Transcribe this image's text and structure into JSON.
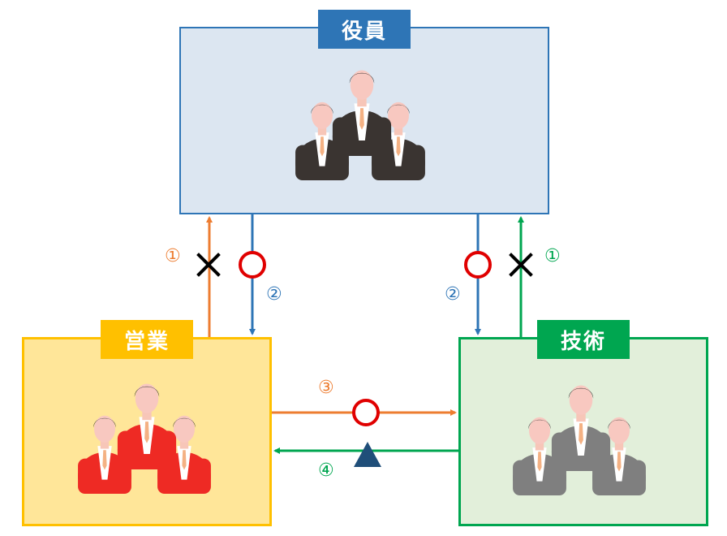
{
  "exec": {
    "label": "役員",
    "border": "#2e75b6",
    "fill": "#dce6f1"
  },
  "sales": {
    "label": "営業",
    "border": "#ffc000",
    "fill": "#ffe699"
  },
  "tech": {
    "label": "技術",
    "border": "#00a650",
    "fill": "#e2efda"
  },
  "steps": {
    "s1_sales": "①",
    "s1_tech": "①",
    "s2_left": "②",
    "s2_right": "②",
    "s3": "③",
    "s4": "④"
  },
  "colors": {
    "orange": "#ed7d31",
    "blue": "#2e75b6",
    "green": "#00a650",
    "red_circle": "#e00000",
    "navy_triangle": "#1f4e79",
    "exec_people": "#3a3431",
    "sales_people": "#ee2a24",
    "tech_people": "#7f7f7f"
  },
  "icons": [
    "cross-mark-icon",
    "circle-ok-icon",
    "triangle-partial-icon",
    "person-group-icon"
  ]
}
